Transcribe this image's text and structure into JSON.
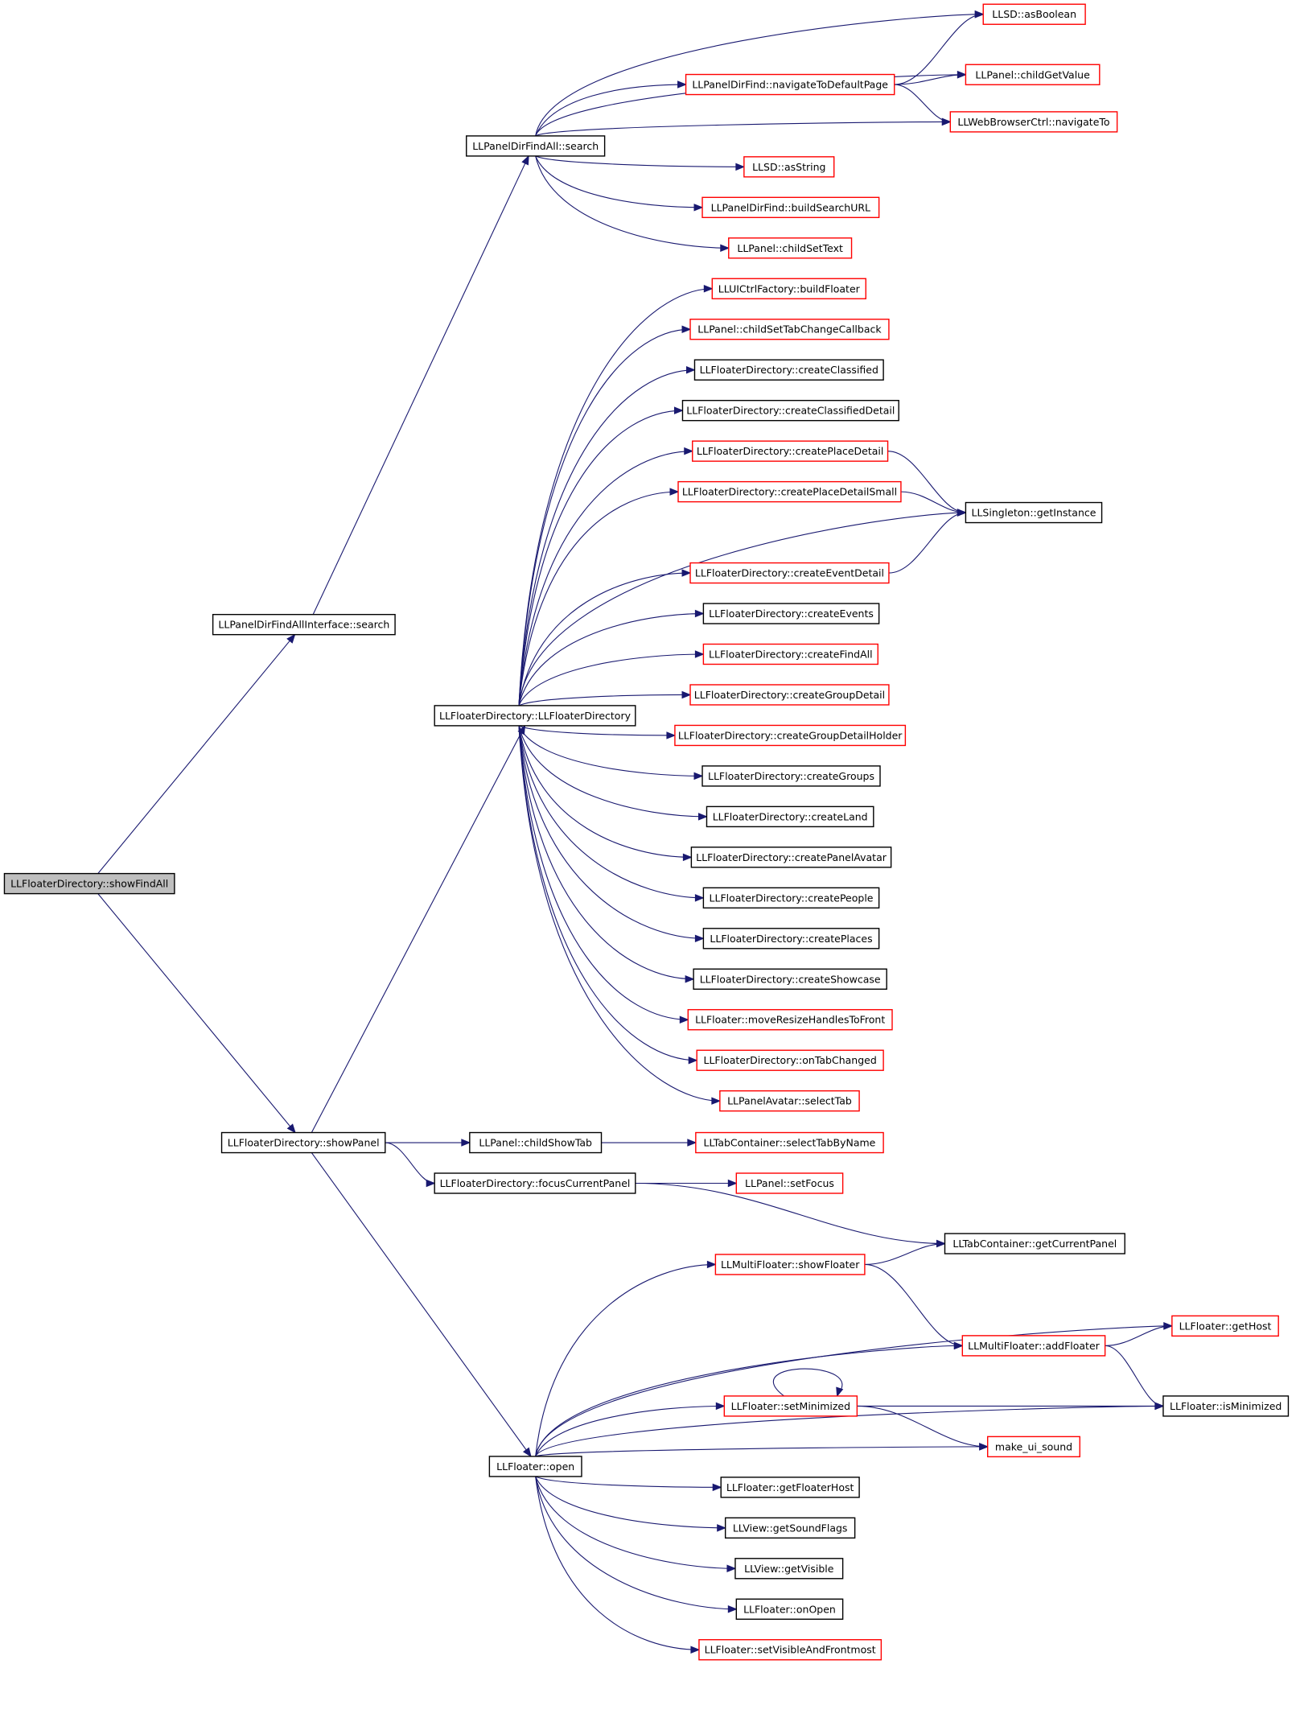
{
  "colors": {
    "edge": "#191970",
    "node_border_default": "#000000",
    "node_border_truncated": "#ff0000",
    "root_fill": "#bfbfbf",
    "background": "#ffffff"
  },
  "nodes": [
    {
      "id": "showFindAll",
      "label": "LLFloaterDirectory::showFindAll",
      "border": "black",
      "root": true
    },
    {
      "id": "findAllIfaceSearch",
      "label": "LLPanelDirFindAllInterface::search",
      "border": "black"
    },
    {
      "id": "showPanel",
      "label": "LLFloaterDirectory::showPanel",
      "border": "black"
    },
    {
      "id": "findAllSearch",
      "label": "LLPanelDirFindAll::search",
      "border": "black"
    },
    {
      "id": "ctor",
      "label": "LLFloaterDirectory::LLFloaterDirectory",
      "border": "black"
    },
    {
      "id": "childShowTab",
      "label": "LLPanel::childShowTab",
      "border": "black"
    },
    {
      "id": "focusCurrentPanel",
      "label": "LLFloaterDirectory::focusCurrentPanel",
      "border": "black"
    },
    {
      "id": "open",
      "label": "LLFloater::open",
      "border": "black"
    },
    {
      "id": "asBoolean",
      "label": "LLSD::asBoolean",
      "border": "red"
    },
    {
      "id": "navigateToDefaultPage",
      "label": "LLPanelDirFind::navigateToDefaultPage",
      "border": "red"
    },
    {
      "id": "childGetValue",
      "label": "LLPanel::childGetValue",
      "border": "red"
    },
    {
      "id": "navigateTo",
      "label": "LLWebBrowserCtrl::navigateTo",
      "border": "red"
    },
    {
      "id": "asString",
      "label": "LLSD::asString",
      "border": "red"
    },
    {
      "id": "buildSearchURL",
      "label": "LLPanelDirFind::buildSearchURL",
      "border": "red"
    },
    {
      "id": "childSetText",
      "label": "LLPanel::childSetText",
      "border": "red"
    },
    {
      "id": "buildFloater",
      "label": "LLUICtrlFactory::buildFloater",
      "border": "red"
    },
    {
      "id": "childSetTabChangeCallback",
      "label": "LLPanel::childSetTabChangeCallback",
      "border": "red"
    },
    {
      "id": "createClassified",
      "label": "LLFloaterDirectory::createClassified",
      "border": "black"
    },
    {
      "id": "createClassifiedDetail",
      "label": "LLFloaterDirectory::createClassifiedDetail",
      "border": "black"
    },
    {
      "id": "createPlaceDetail",
      "label": "LLFloaterDirectory::createPlaceDetail",
      "border": "red"
    },
    {
      "id": "createPlaceDetailSmall",
      "label": "LLFloaterDirectory::createPlaceDetailSmall",
      "border": "red"
    },
    {
      "id": "getInstance",
      "label": "LLSingleton::getInstance",
      "border": "black"
    },
    {
      "id": "createEventDetail",
      "label": "LLFloaterDirectory::createEventDetail",
      "border": "red"
    },
    {
      "id": "createEvents",
      "label": "LLFloaterDirectory::createEvents",
      "border": "black"
    },
    {
      "id": "createFindAll",
      "label": "LLFloaterDirectory::createFindAll",
      "border": "red"
    },
    {
      "id": "createGroupDetail",
      "label": "LLFloaterDirectory::createGroupDetail",
      "border": "red"
    },
    {
      "id": "createGroupDetailHolder",
      "label": "LLFloaterDirectory::createGroupDetailHolder",
      "border": "red"
    },
    {
      "id": "createGroups",
      "label": "LLFloaterDirectory::createGroups",
      "border": "black"
    },
    {
      "id": "createLand",
      "label": "LLFloaterDirectory::createLand",
      "border": "black"
    },
    {
      "id": "createPanelAvatar",
      "label": "LLFloaterDirectory::createPanelAvatar",
      "border": "black"
    },
    {
      "id": "createPeople",
      "label": "LLFloaterDirectory::createPeople",
      "border": "black"
    },
    {
      "id": "createPlaces",
      "label": "LLFloaterDirectory::createPlaces",
      "border": "black"
    },
    {
      "id": "createShowcase",
      "label": "LLFloaterDirectory::createShowcase",
      "border": "black"
    },
    {
      "id": "moveResizeHandlesToFront",
      "label": "LLFloater::moveResizeHandlesToFront",
      "border": "red"
    },
    {
      "id": "onTabChanged",
      "label": "LLFloaterDirectory::onTabChanged",
      "border": "red"
    },
    {
      "id": "selectTab",
      "label": "LLPanelAvatar::selectTab",
      "border": "red"
    },
    {
      "id": "selectTabByName",
      "label": "LLTabContainer::selectTabByName",
      "border": "red"
    },
    {
      "id": "setFocus",
      "label": "LLPanel::setFocus",
      "border": "red"
    },
    {
      "id": "getCurrentPanel",
      "label": "LLTabContainer::getCurrentPanel",
      "border": "black"
    },
    {
      "id": "showFloater",
      "label": "LLMultiFloater::showFloater",
      "border": "red"
    },
    {
      "id": "getHost",
      "label": "LLFloater::getHost",
      "border": "red"
    },
    {
      "id": "addFloater",
      "label": "LLMultiFloater::addFloater",
      "border": "red"
    },
    {
      "id": "setMinimized",
      "label": "LLFloater::setMinimized",
      "border": "red"
    },
    {
      "id": "isMinimized",
      "label": "LLFloater::isMinimized",
      "border": "black"
    },
    {
      "id": "makeUiSound",
      "label": "make_ui_sound",
      "border": "red"
    },
    {
      "id": "getFloaterHost",
      "label": "LLFloater::getFloaterHost",
      "border": "black"
    },
    {
      "id": "getSoundFlags",
      "label": "LLView::getSoundFlags",
      "border": "black"
    },
    {
      "id": "getVisible",
      "label": "LLView::getVisible",
      "border": "black"
    },
    {
      "id": "onOpen",
      "label": "LLFloater::onOpen",
      "border": "black"
    },
    {
      "id": "setVisibleAndFrontmost",
      "label": "LLFloater::setVisibleAndFrontmost",
      "border": "red"
    }
  ],
  "edges": [
    {
      "from": "showFindAll",
      "to": "findAllIfaceSearch"
    },
    {
      "from": "showFindAll",
      "to": "showPanel"
    },
    {
      "from": "findAllIfaceSearch",
      "to": "findAllSearch"
    },
    {
      "from": "findAllSearch",
      "to": "asBoolean"
    },
    {
      "from": "findAllSearch",
      "to": "navigateToDefaultPage"
    },
    {
      "from": "findAllSearch",
      "to": "childGetValue"
    },
    {
      "from": "findAllSearch",
      "to": "navigateTo"
    },
    {
      "from": "findAllSearch",
      "to": "asString"
    },
    {
      "from": "findAllSearch",
      "to": "buildSearchURL"
    },
    {
      "from": "findAllSearch",
      "to": "childSetText"
    },
    {
      "from": "navigateToDefaultPage",
      "to": "asBoolean"
    },
    {
      "from": "navigateToDefaultPage",
      "to": "childGetValue"
    },
    {
      "from": "navigateToDefaultPage",
      "to": "navigateTo"
    },
    {
      "from": "showPanel",
      "to": "ctor"
    },
    {
      "from": "showPanel",
      "to": "childShowTab"
    },
    {
      "from": "showPanel",
      "to": "focusCurrentPanel"
    },
    {
      "from": "showPanel",
      "to": "open"
    },
    {
      "from": "ctor",
      "to": "buildFloater"
    },
    {
      "from": "ctor",
      "to": "childSetTabChangeCallback"
    },
    {
      "from": "ctor",
      "to": "createClassified"
    },
    {
      "from": "ctor",
      "to": "createClassifiedDetail"
    },
    {
      "from": "ctor",
      "to": "createPlaceDetail"
    },
    {
      "from": "ctor",
      "to": "createPlaceDetailSmall"
    },
    {
      "from": "ctor",
      "to": "getInstance"
    },
    {
      "from": "ctor",
      "to": "createEventDetail"
    },
    {
      "from": "ctor",
      "to": "createEvents"
    },
    {
      "from": "ctor",
      "to": "createFindAll"
    },
    {
      "from": "ctor",
      "to": "createGroupDetail"
    },
    {
      "from": "ctor",
      "to": "createGroupDetailHolder"
    },
    {
      "from": "ctor",
      "to": "createGroups"
    },
    {
      "from": "ctor",
      "to": "createLand"
    },
    {
      "from": "ctor",
      "to": "createPanelAvatar"
    },
    {
      "from": "ctor",
      "to": "createPeople"
    },
    {
      "from": "ctor",
      "to": "createPlaces"
    },
    {
      "from": "ctor",
      "to": "createShowcase"
    },
    {
      "from": "ctor",
      "to": "moveResizeHandlesToFront"
    },
    {
      "from": "ctor",
      "to": "onTabChanged"
    },
    {
      "from": "ctor",
      "to": "selectTab"
    },
    {
      "from": "createPlaceDetail",
      "to": "getInstance"
    },
    {
      "from": "createPlaceDetailSmall",
      "to": "getInstance"
    },
    {
      "from": "createEventDetail",
      "to": "getInstance"
    },
    {
      "from": "childShowTab",
      "to": "selectTabByName"
    },
    {
      "from": "focusCurrentPanel",
      "to": "setFocus"
    },
    {
      "from": "focusCurrentPanel",
      "to": "getCurrentPanel"
    },
    {
      "from": "open",
      "to": "showFloater"
    },
    {
      "from": "open",
      "to": "getHost"
    },
    {
      "from": "open",
      "to": "addFloater"
    },
    {
      "from": "open",
      "to": "setMinimized"
    },
    {
      "from": "open",
      "to": "makeUiSound"
    },
    {
      "from": "open",
      "to": "getFloaterHost"
    },
    {
      "from": "open",
      "to": "getSoundFlags"
    },
    {
      "from": "open",
      "to": "getVisible"
    },
    {
      "from": "open",
      "to": "onOpen"
    },
    {
      "from": "open",
      "to": "setVisibleAndFrontmost"
    },
    {
      "from": "open",
      "to": "isMinimized"
    },
    {
      "from": "showFloater",
      "to": "getCurrentPanel"
    },
    {
      "from": "showFloater",
      "to": "addFloater"
    },
    {
      "from": "addFloater",
      "to": "getHost"
    },
    {
      "from": "addFloater",
      "to": "isMinimized"
    },
    {
      "from": "setMinimized",
      "to": "setMinimized"
    },
    {
      "from": "setMinimized",
      "to": "isMinimized"
    },
    {
      "from": "setMinimized",
      "to": "makeUiSound"
    }
  ]
}
